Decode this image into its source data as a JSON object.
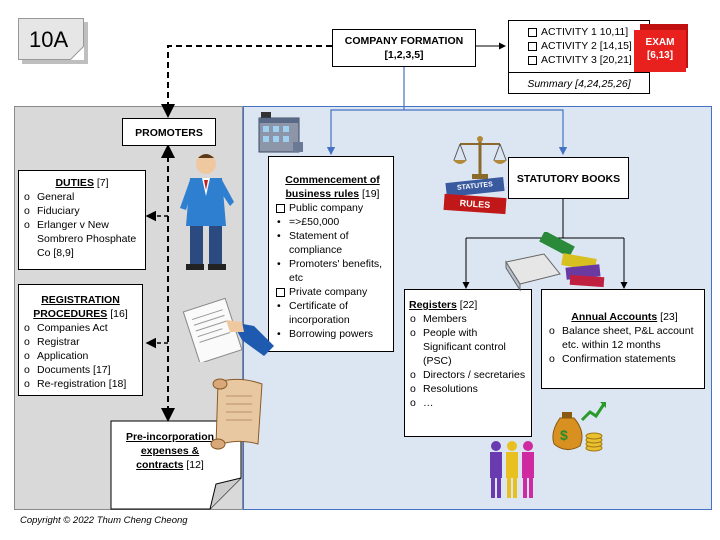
{
  "slide_tag": "10A",
  "company_formation": {
    "title": "COMPANY FORMATION",
    "refs": "[1,2,3,5]"
  },
  "activities": [
    "ACTIVITY  1 10,11]",
    "ACTIVITY  2 [14,15]",
    "ACTIVITY 3 [20,21]"
  ],
  "summary": "Summary [4,24,25,26]",
  "exam": {
    "label": "EXAM",
    "refs": "[6,13]"
  },
  "promoters": "PROMOTERS",
  "duties": {
    "title": "DUTIES",
    "ref": " [7]",
    "items": [
      "General",
      "Fiduciary",
      "Erlanger v New Sombrero Phosphate Co [8,9]"
    ]
  },
  "registration": {
    "title_line1": "REGISTRATION",
    "title_line2": "PROCEDURES",
    "ref": " [16]",
    "items": [
      "Companies Act",
      "Registrar",
      "Application",
      "Documents [17]",
      "Re-registration [18]"
    ]
  },
  "pre_incorporation": {
    "line1": "Pre-incorporation",
    "line2": "expenses &",
    "line3": "contracts",
    "ref": " [12]"
  },
  "commencement": {
    "title_line1": "Commencement of",
    "title_line2": "business rules",
    "ref": " [19]",
    "public": "Public company",
    "public_items": [
      "=>£50,000",
      "Statement of compliance",
      "Promoters' benefits, etc"
    ],
    "private": "Private company",
    "private_items": [
      "Certificate of incorporation",
      "Borrowing powers"
    ]
  },
  "statutory_books": "STATUTORY BOOKS",
  "books_labels": {
    "statutes": "STATUTES",
    "rules": "RULES"
  },
  "registers": {
    "title": "Registers",
    "ref": " [22]",
    "items": [
      "Members",
      "People with Significant control (PSC)",
      "Directors / secretaries",
      "Resolutions",
      "…"
    ]
  },
  "annual_accounts": {
    "title": "Annual Accounts",
    "ref": " [23]",
    "items": [
      "Balance sheet, P&L account etc. within 12 months",
      "Confirmation statements"
    ]
  },
  "copyright": "Copyright © 2022 Thum Cheng Cheong",
  "colors": {
    "left_panel": "#d9d9d9",
    "right_panel": "#dce6f2",
    "border_blue": "#4472c4",
    "exam_red": "#e8201e"
  },
  "icons": [
    "building-icon",
    "scales-of-justice-icon",
    "businessman-icon",
    "handshake-contract-icon",
    "scroll-icon",
    "books-icon",
    "money-bag-icon",
    "people-group-icon"
  ]
}
